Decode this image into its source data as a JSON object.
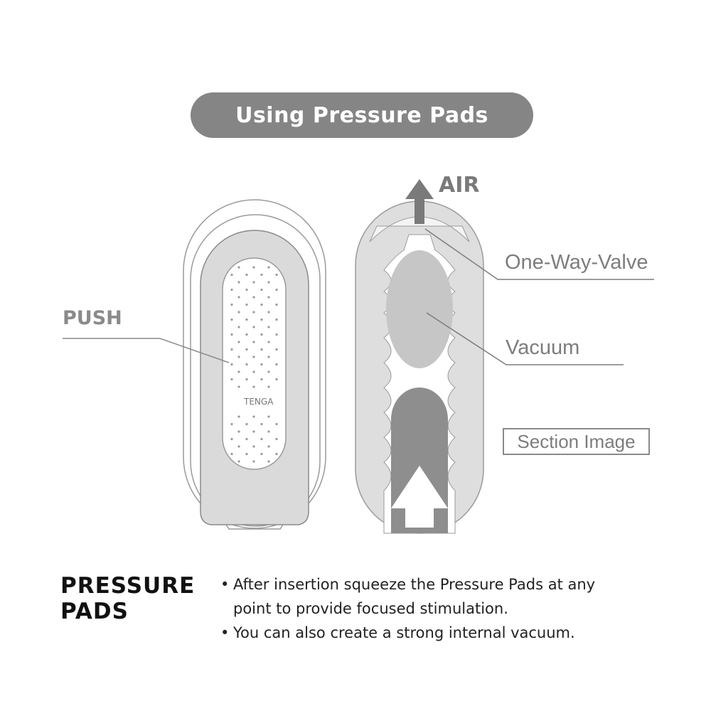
{
  "title": "Using Pressure Pads",
  "labels": {
    "push": "PUSH",
    "air": "AIR",
    "one_way_valve": "One-Way-Valve",
    "vacuum": "Vacuum",
    "section_image": "Section Image",
    "brand_mark": "TENGA"
  },
  "colors": {
    "pill": "#858585",
    "diagram_fill": "#dcdcdc",
    "dark_fill": "#8c8c8c",
    "line": "#7d7d7d"
  },
  "footer": {
    "heading_line1": "PRESSURE",
    "heading_line2": "PADS",
    "bullets": [
      "After insertion squeeze the Pressure Pads at any point to provide focused stimulation.",
      "You can also create a strong internal vacuum."
    ]
  }
}
